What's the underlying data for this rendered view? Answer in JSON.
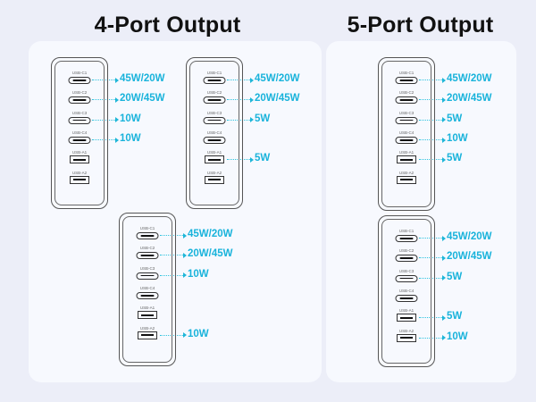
{
  "sections": [
    {
      "title": "4-Port Output",
      "devices": [
        {
          "ports": [
            {
              "label": "USB-C1",
              "type": "c",
              "output": "45W/20W"
            },
            {
              "label": "USB-C2",
              "type": "c",
              "output": "20W/45W"
            },
            {
              "label": "USB-C3",
              "type": "c",
              "output": "10W"
            },
            {
              "label": "USB-C4",
              "type": "c",
              "output": "10W"
            },
            {
              "label": "USB-A1",
              "type": "a",
              "output": null
            },
            {
              "label": "USB-A2",
              "type": "a",
              "output": null
            }
          ]
        },
        {
          "ports": [
            {
              "label": "USB-C1",
              "type": "c",
              "output": "45W/20W"
            },
            {
              "label": "USB-C2",
              "type": "c",
              "output": "20W/45W"
            },
            {
              "label": "USB-C3",
              "type": "c",
              "output": "5W"
            },
            {
              "label": "USB-C4",
              "type": "c",
              "output": null
            },
            {
              "label": "USB-A1",
              "type": "a",
              "output": "5W"
            },
            {
              "label": "USB-A2",
              "type": "a",
              "output": null
            }
          ]
        },
        {
          "ports": [
            {
              "label": "USB-C1",
              "type": "c",
              "output": "45W/20W"
            },
            {
              "label": "USB-C2",
              "type": "c",
              "output": "20W/45W"
            },
            {
              "label": "USB-C3",
              "type": "c",
              "output": "10W"
            },
            {
              "label": "USB-C4",
              "type": "c",
              "output": null
            },
            {
              "label": "USB-A1",
              "type": "a",
              "output": null
            },
            {
              "label": "USB-A2",
              "type": "a",
              "output": "10W"
            }
          ]
        }
      ]
    },
    {
      "title": "5-Port Output",
      "devices": [
        {
          "ports": [
            {
              "label": "USB-C1",
              "type": "c",
              "output": "45W/20W"
            },
            {
              "label": "USB-C2",
              "type": "c",
              "output": "20W/45W"
            },
            {
              "label": "USB-C3",
              "type": "c",
              "output": "5W"
            },
            {
              "label": "USB-C4",
              "type": "c",
              "output": "10W"
            },
            {
              "label": "USB-A1",
              "type": "a",
              "output": "5W"
            },
            {
              "label": "USB-A2",
              "type": "a",
              "output": null
            }
          ]
        },
        {
          "ports": [
            {
              "label": "USB-C1",
              "type": "c",
              "output": "45W/20W"
            },
            {
              "label": "USB-C2",
              "type": "c",
              "output": "20W/45W"
            },
            {
              "label": "USB-C3",
              "type": "c",
              "output": "5W"
            },
            {
              "label": "USB-C4",
              "type": "c",
              "output": null
            },
            {
              "label": "USB-A1",
              "type": "a",
              "output": "5W"
            },
            {
              "label": "USB-A2",
              "type": "a",
              "output": "10W"
            }
          ]
        }
      ]
    }
  ],
  "colors": {
    "accent": "#19b3db",
    "background": "#eceef8",
    "panel": "#f7f9fe",
    "title": "#111111"
  }
}
